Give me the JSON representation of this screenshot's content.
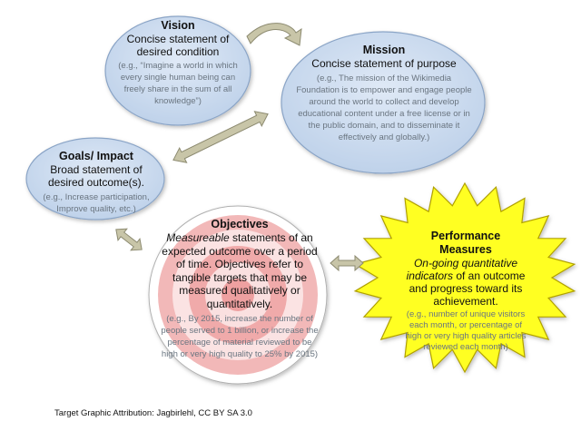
{
  "vision": {
    "title": "Vision",
    "desc": "Concise statement of desired condition",
    "example": "(e.g., “Imagine a world in which every single human being can freely share in the sum of all knowledge”)"
  },
  "mission": {
    "title": "Mission",
    "desc": "Concise statement of purpose",
    "example": "(e.g., The mission of the Wikimedia Foundation is to empower and engage people around the world to collect and develop educational content under a free license or in the public domain, and to disseminate it effectively and globally.)"
  },
  "goals": {
    "title": "Goals/ Impact",
    "desc": "Broad statement of desired outcome(s).",
    "example": "(e.g., Increase participation, Improve quality, etc.)"
  },
  "objectives": {
    "title": "Objectives",
    "desc_em": "Measureable",
    "desc_rest": " statements of an expected outcome over a period of time. Objectives refer to tangible targets that may be measured qualitatively or quantitatively.",
    "example": "(e.g., By 2015, increase the number of people served to 1 billion, or increase the percentage of material reviewed to be high or very high quality to 25% by 2015)"
  },
  "performance": {
    "title": "Performance Measures",
    "desc_em": "On-going quantitative indicators",
    "desc_rest": " of an outcome and progress toward its achievement.",
    "example": "(e.g., number of unique visitors each month, or percentage of high or very high quality articles reviewed each month)"
  },
  "attribution": "Target Graphic Attribution:  Jagbirlehl, CC BY SA 3.0",
  "colors": {
    "ellipse_fill": "#c9d9ee",
    "ellipse_stroke": "#8aa4c6",
    "arrow_fill": "#c8c5a8",
    "arrow_stroke": "#8c8a70",
    "target_red": "#e23a3a",
    "star_fill": "#ffff22",
    "star_stroke": "#b0a000"
  }
}
